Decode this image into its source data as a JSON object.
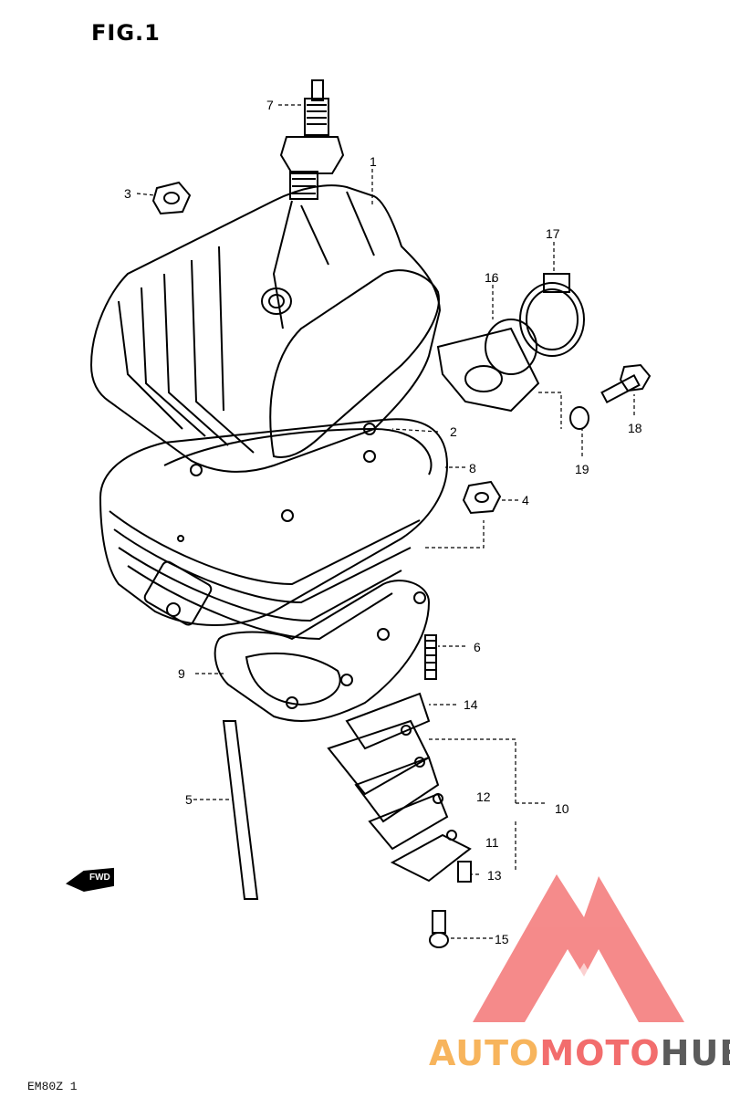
{
  "figure": {
    "title": "FIG.1"
  },
  "callouts": [
    {
      "n": "1"
    },
    {
      "n": "2"
    },
    {
      "n": "3"
    },
    {
      "n": "4"
    },
    {
      "n": "5"
    },
    {
      "n": "6"
    },
    {
      "n": "7"
    },
    {
      "n": "8"
    },
    {
      "n": "9"
    },
    {
      "n": "10"
    },
    {
      "n": "11"
    },
    {
      "n": "12"
    },
    {
      "n": "13"
    },
    {
      "n": "14"
    },
    {
      "n": "15"
    },
    {
      "n": "16"
    },
    {
      "n": "17"
    },
    {
      "n": "18"
    },
    {
      "n": "19"
    }
  ],
  "fwd_marker": "FWD",
  "footer": {
    "code": "EM80Z 1"
  },
  "watermark": {
    "part1": "AUTO",
    "part2": "MOTO",
    "part3": "HUB",
    "colors": {
      "auto": "#f7b45c",
      "moto": "#f26d6d",
      "hub": "#5b5b5b",
      "logo": "#f47e7e"
    }
  }
}
